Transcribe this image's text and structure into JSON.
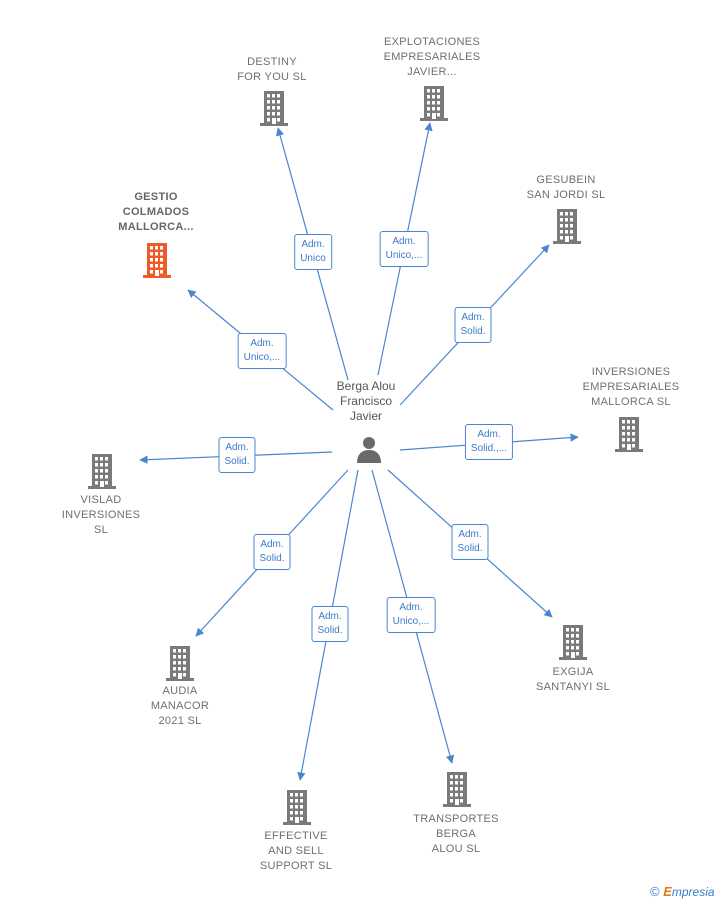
{
  "center": {
    "name": "Berga Alou\nFrancisco\nJavier",
    "icon": "person-icon"
  },
  "colors": {
    "edge": "#4a86d0",
    "building": "#7a7a7a",
    "highlight": "#f05a28"
  },
  "nodes": [
    {
      "id": "destiny",
      "name": "DESTINY\nFOR YOU  SL",
      "role": "Adm.\nUnico",
      "highlight": false
    },
    {
      "id": "explotaciones",
      "name": "EXPLOTACIONES\nEMPRESARIALES\nJAVIER...",
      "role": "Adm.\nUnico,...",
      "highlight": false
    },
    {
      "id": "gestio",
      "name": "GESTIO\nCOLMADOS\nMALLORCA...",
      "role": "Adm.\nUnico,...",
      "highlight": true
    },
    {
      "id": "gesubein",
      "name": "GESUBEIN\nSAN JORDI  SL",
      "role": "Adm.\nSolid.",
      "highlight": false
    },
    {
      "id": "inversiones",
      "name": "INVERSIONES\nEMPRESARIALES\nMALLORCA  SL",
      "role": "Adm.\nSolid.,...",
      "highlight": false
    },
    {
      "id": "vislad",
      "name": "VISLAD\nINVERSIONES\nSL",
      "role": "Adm.\nSolid.",
      "highlight": false
    },
    {
      "id": "audia",
      "name": "AUDIA\nMANACOR\n2021  SL",
      "role": "Adm.\nSolid.",
      "highlight": false
    },
    {
      "id": "effective",
      "name": "EFFECTIVE\nAND SELL\nSUPPORT  SL",
      "role": "Adm.\nSolid.",
      "highlight": false
    },
    {
      "id": "transportes",
      "name": "TRANSPORTES\nBERGA\nALOU  SL",
      "role": "Adm.\nUnico,...",
      "highlight": false
    },
    {
      "id": "exgija",
      "name": "EXGIJA\nSANTANYI  SL",
      "role": "Adm.\nSolid.",
      "highlight": false
    }
  ],
  "brand": {
    "copyright": "©",
    "first_letter": "E",
    "rest": "mpresia"
  }
}
